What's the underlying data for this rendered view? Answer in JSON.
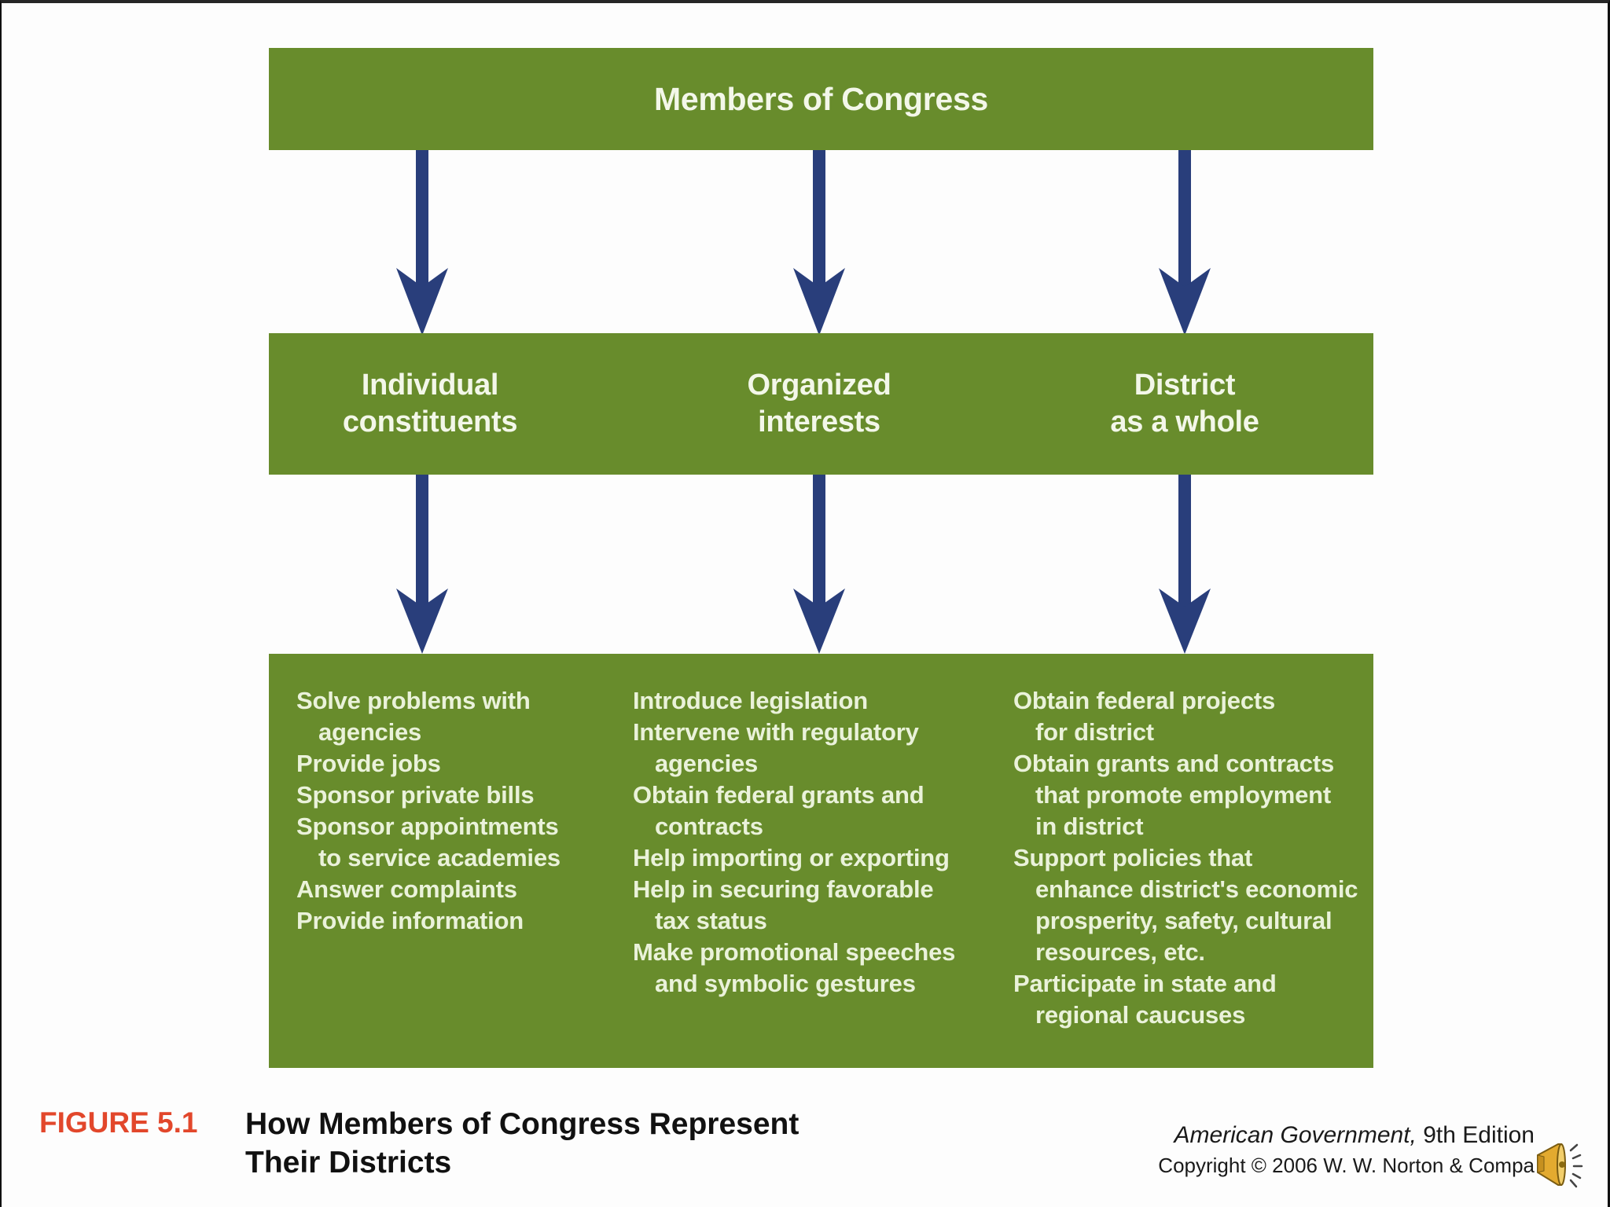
{
  "figure": {
    "top_box": "Members of Congress",
    "level2_labels": [
      [
        "Individual",
        "constituents"
      ],
      [
        "Organized",
        "interests"
      ],
      [
        "District",
        "as a whole"
      ]
    ],
    "columns": [
      {
        "items": [
          [
            "Solve problems with",
            "agencies"
          ],
          [
            "Provide jobs"
          ],
          [
            "Sponsor private bills"
          ],
          [
            "Sponsor appointments",
            "to service academies"
          ],
          [
            "Answer complaints"
          ],
          [
            "Provide information"
          ]
        ]
      },
      {
        "items": [
          [
            "Introduce legislation"
          ],
          [
            "Intervene with regulatory",
            "agencies"
          ],
          [
            "Obtain federal grants and",
            "contracts"
          ],
          [
            "Help importing or exporting"
          ],
          [
            "Help in securing favorable",
            "tax status"
          ],
          [
            "Make promotional speeches",
            "and symbolic gestures"
          ]
        ]
      },
      {
        "items": [
          [
            "Obtain federal projects",
            "for district"
          ],
          [
            "Obtain grants and contracts",
            "that promote employment",
            "in district"
          ],
          [
            "Support policies that",
            "enhance district's economic",
            "prosperity, safety, cultural",
            "resources, etc."
          ],
          [
            "Participate in state and",
            "regional caucuses"
          ]
        ]
      }
    ]
  },
  "caption": {
    "label": "FIGURE 5.1",
    "title_lines": [
      "How Members of Congress Represent",
      "Their Districts"
    ]
  },
  "footer": {
    "book": "American Government,",
    "edition": " 9th Edition",
    "copyright": "Copyright © 2006 W. W. Norton & Compa",
    "icon": "speaker-icon"
  },
  "colors": {
    "box_green": "#688C2C",
    "arrow_navy": "#293E7B",
    "caption_red": "#E2472B",
    "box_text": "#EAF2DA"
  }
}
